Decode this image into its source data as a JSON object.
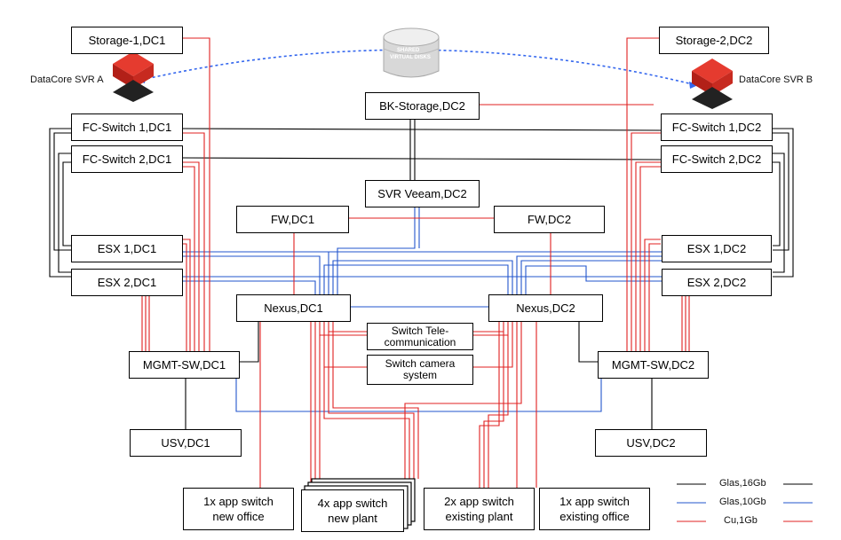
{
  "diagram": {
    "nodes": {
      "storage_dc1": "Storage-1,DC1",
      "storage_dc2": "Storage-2,DC2",
      "bk_storage": "BK-Storage,DC2",
      "fc_switch1_dc1": "FC-Switch 1,DC1",
      "fc_switch2_dc1": "FC-Switch 2,DC1",
      "fc_switch1_dc2": "FC-Switch 1,DC2",
      "fc_switch2_dc2": "FC-Switch 2,DC2",
      "svr_veeam": "SVR Veeam,DC2",
      "fw_dc1": "FW,DC1",
      "fw_dc2": "FW,DC2",
      "esx1_dc1": "ESX 1,DC1",
      "esx2_dc1": "ESX 2,DC1",
      "esx1_dc2": "ESX 1,DC2",
      "esx2_dc2": "ESX 2,DC2",
      "nexus_dc1": "Nexus,DC1",
      "nexus_dc2": "Nexus,DC2",
      "switch_telecom": "Switch Tele-\ncommunication",
      "switch_camera": "Switch camera\nsystem",
      "mgmt_dc1": "MGMT-SW,DC1",
      "mgmt_dc2": "MGMT-SW,DC2",
      "usv_dc1": "USV,DC1",
      "usv_dc2": "USV,DC2",
      "app_new_office": "1x app switch\nnew office",
      "app_new_plant": "4x app switch\nnew plant",
      "app_existing_plant": "2x app switch\nexisting plant",
      "app_existing_office": "1x app switch\nexisting office"
    },
    "labels": {
      "datacore_a": "DataCore SVR A",
      "datacore_b": "DataCore SVR B",
      "shared_disks_line1": "SHARED",
      "shared_disks_line2": "VIRTUAL DISKS"
    },
    "legend": [
      {
        "label": "Glas,16Gb",
        "color": "#000000"
      },
      {
        "label": "Glas,10Gb",
        "color": "#2255cc"
      },
      {
        "label": "Cu,1Gb",
        "color": "#e02020"
      }
    ]
  }
}
